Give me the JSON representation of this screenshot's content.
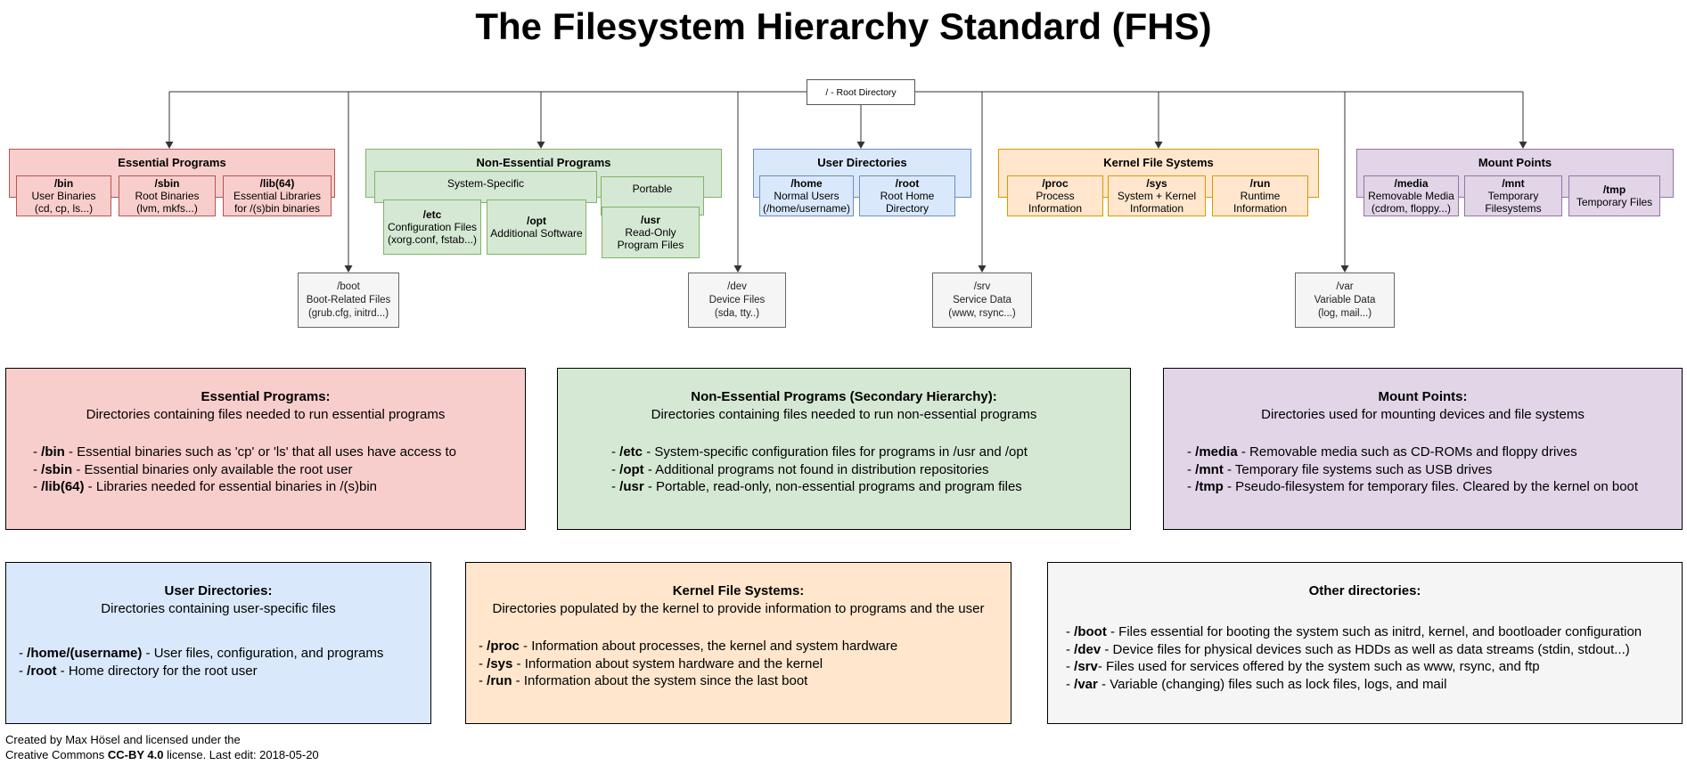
{
  "title": "The Filesystem Hierarchy Standard (FHS)",
  "root": {
    "label": "/ - Root Directory"
  },
  "bullet": "- ",
  "colors": {
    "red_fill": "#f8cecc",
    "red_stroke": "#b85450",
    "green_fill": "#d5e8d4",
    "green_stroke": "#82b366",
    "blue_fill": "#dae8fc",
    "blue_stroke": "#6c8ebf",
    "orange_fill": "#ffe6cc",
    "orange_stroke": "#d79b00",
    "purple_fill": "#e1d5e7",
    "purple_stroke": "#9673a6",
    "grey_fill": "#f5f5f5",
    "grey_stroke": "#666666",
    "line": "#333333"
  },
  "groups": {
    "essential": {
      "label": "Essential Programs",
      "children": [
        {
          "name": "/bin",
          "l2": "User Binaries",
          "l3": "(cd, cp, ls...)"
        },
        {
          "name": "/sbin",
          "l2": "Root Binaries",
          "l3": "(lvm, mkfs...)"
        },
        {
          "name": "/lib(64)",
          "l2": "Essential Libraries",
          "l3": "for /(s)bin binaries"
        }
      ]
    },
    "nonessential": {
      "label": "Non-Essential Programs",
      "subgroups": [
        {
          "label": "System-Specific"
        },
        {
          "label": "Portable"
        }
      ],
      "children": [
        {
          "name": "/etc",
          "l2": "Configuration Files",
          "l3": "(xorg.conf, fstab...)"
        },
        {
          "name": "/opt",
          "l2": "Additional Software"
        },
        {
          "name": "/usr",
          "l2": "Read-Only",
          "l3": "Program Files"
        }
      ]
    },
    "user": {
      "label": "User Directories",
      "children": [
        {
          "name": "/home",
          "l2": "Normal Users",
          "l3": "(/home/username)"
        },
        {
          "name": "/root",
          "l2": "Root Home",
          "l3": "Directory"
        }
      ]
    },
    "kernel": {
      "label": "Kernel File Systems",
      "children": [
        {
          "name": "/proc",
          "l2": "Process",
          "l3": "Information"
        },
        {
          "name": "/sys",
          "l2": "System + Kernel",
          "l3": "Information"
        },
        {
          "name": "/run",
          "l2": "Runtime",
          "l3": "Information"
        }
      ]
    },
    "mount": {
      "label": "Mount Points",
      "children": [
        {
          "name": "/media",
          "l2": "Removable Media",
          "l3": "(cdrom, floppy...)"
        },
        {
          "name": "/mnt",
          "l2": "Temporary",
          "l3": "Filesystems"
        },
        {
          "name": "/tmp",
          "l2": "Temporary Files"
        }
      ]
    }
  },
  "floating": [
    {
      "name": "/boot",
      "l2": "Boot-Related Files",
      "l3": "(grub.cfg, initrd...)"
    },
    {
      "name": "/dev",
      "l2": "Device Files",
      "l3": "(sda, tty..)"
    },
    {
      "name": "/srv",
      "l2": "Service Data",
      "l3": "(www, rsync...)"
    },
    {
      "name": "/var",
      "l2": "Variable Data",
      "l3": "(log, mail...)"
    }
  ],
  "panels": {
    "essential": {
      "title": "Essential Programs:",
      "subtitle": "Directories containing files needed to run essential programs",
      "items": [
        {
          "term": "/bin",
          "desc": " - Essential binaries such as 'cp' or 'ls' that all uses have access to"
        },
        {
          "term": "/sbin",
          "desc": " - Essential binaries only available the root user"
        },
        {
          "term": "/lib(64)",
          "desc": " - Libraries needed for essential binaries in /(s)bin"
        }
      ]
    },
    "nonessential": {
      "title": "Non-Essential Programs (Secondary Hierarchy):",
      "subtitle": "Directories containing files needed to run non-essential programs",
      "items": [
        {
          "term": "/etc",
          "desc": " - System-specific configuration files for programs in /usr and /opt"
        },
        {
          "term": "/opt",
          "desc": " - Additional programs not found in distribution repositories"
        },
        {
          "term": "/usr",
          "desc": " - Portable, read-only, non-essential programs and program files"
        }
      ]
    },
    "mount": {
      "title": "Mount Points:",
      "subtitle": "Directories used for mounting devices and file systems",
      "items": [
        {
          "term": "/media",
          "desc": " - Removable media such as CD-ROMs and floppy drives"
        },
        {
          "term": "/mnt",
          "desc": " - Temporary file systems such as USB drives"
        },
        {
          "term": "/tmp",
          "desc": " - Pseudo-filesystem for temporary files. Cleared by the kernel on boot"
        }
      ]
    },
    "user": {
      "title": "User Directories:",
      "subtitle": "Directories containing user-specific files",
      "items": [
        {
          "term": "/home/(username)",
          "desc": " - User files, configuration, and programs"
        },
        {
          "term": "/root",
          "desc": " - Home directory for the root user"
        }
      ]
    },
    "kernel": {
      "title": "Kernel File Systems:",
      "subtitle": "Directories populated by the kernel to provide information to programs and the user",
      "items": [
        {
          "term": "/proc",
          "desc": " - Information about processes, the kernel and system hardware"
        },
        {
          "term": "/sys",
          "desc": " - Information about system hardware and the kernel"
        },
        {
          "term": "/run",
          "desc": " - Information about the system since the last boot"
        }
      ]
    },
    "other": {
      "title": "Other directories:",
      "items": [
        {
          "term": "/boot",
          "desc": " - Files essential for booting the system such as initrd, kernel, and bootloader configuration"
        },
        {
          "term": "/dev",
          "desc": " - Device files for physical devices such as HDDs as well as data streams (stdin, stdout...)"
        },
        {
          "term": "/srv",
          "desc": "- Files used for services offered by the system such as www, rsync, and ftp"
        },
        {
          "term": "/var",
          "desc": " - Variable (changing) files such as lock files, logs, and mail"
        }
      ]
    }
  },
  "footer": {
    "line1": "Created by Max Hösel and licensed under the",
    "line2_pre": "Creative Commons ",
    "line2_strong": "CC-BY 4.0",
    "line2_post": " license. Last edit: 2018-05-20"
  }
}
